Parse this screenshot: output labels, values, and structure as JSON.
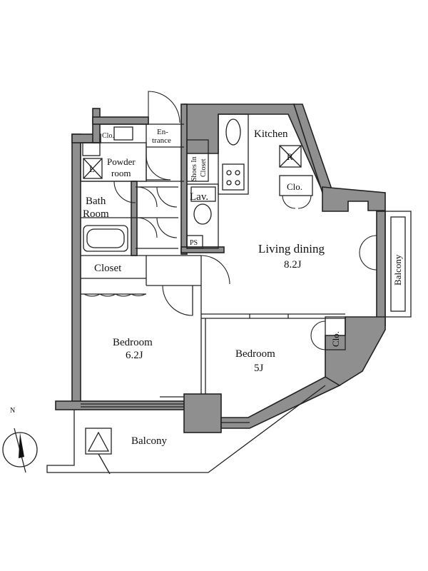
{
  "rooms": {
    "kitchen": "Kitchen",
    "entrance_line1": "En-",
    "entrance_line2": "trance",
    "shoes_in_closet_line1": "Shoes In",
    "shoes_in_closet_line2": "Closet",
    "powder_room_line1": "Powder",
    "powder_room_line2": "room",
    "bath_room_line1": "Bath",
    "bath_room_line2": "Room",
    "lav": "Lav.",
    "closet": "Closet",
    "clo_kitchen": "Clo.",
    "clo_bedroom": "Clo.",
    "clo_small": "Clo.",
    "living_dining": "Living dining",
    "living_dining_size": "8.2J",
    "bedroom_left": "Bedroom",
    "bedroom_left_size": "6.2J",
    "bedroom_right": "Bedroom",
    "bedroom_right_size": "5J",
    "balcony_right": "Balcony",
    "balcony_bottom": "Balcony",
    "ps": "PS",
    "fridge": "R",
    "laundry": "L"
  },
  "compass": {
    "north": "N"
  }
}
